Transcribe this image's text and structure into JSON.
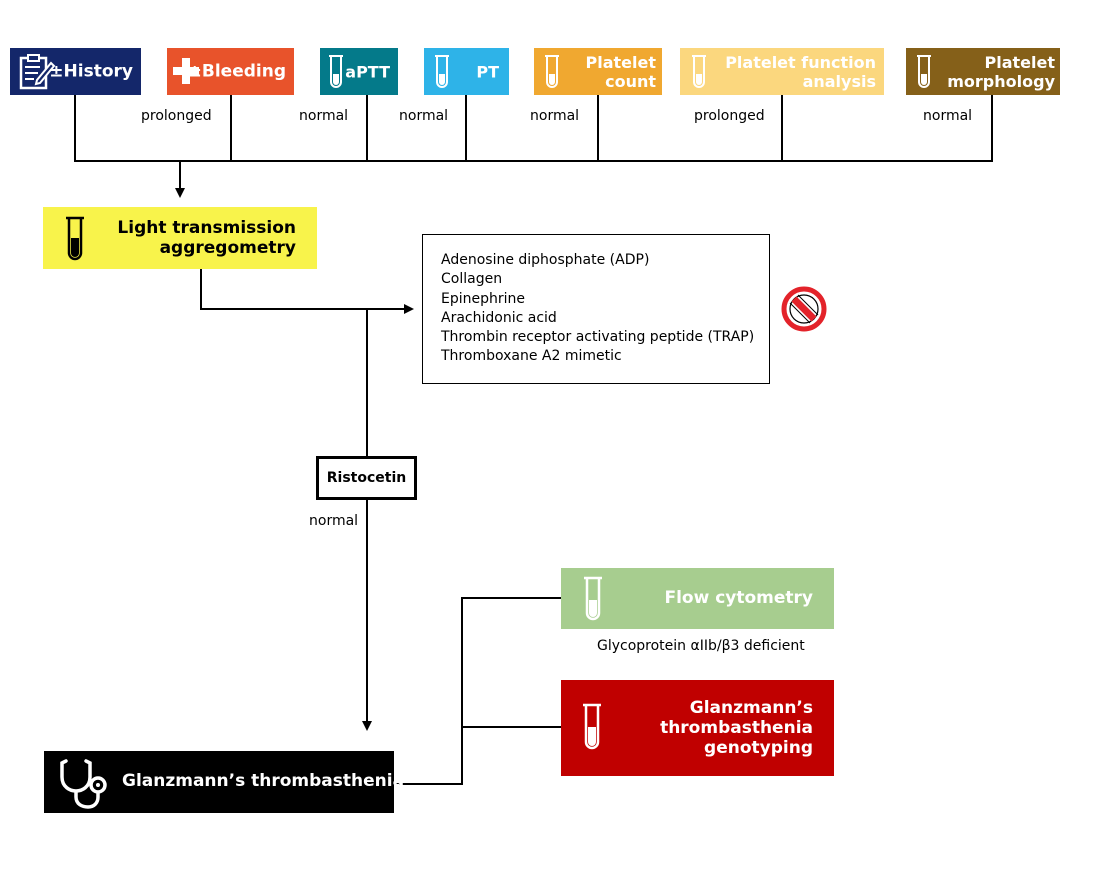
{
  "colors": {
    "history": "#14276a",
    "bleeding": "#e8532b",
    "aptt": "#047a8a",
    "pt": "#2eb3e8",
    "platelet_count": "#f0a830",
    "platelet_function": "#fbd77e",
    "platelet_morphology": "#856019",
    "lta": "#f8f34b",
    "flow": "#a7cd8f",
    "genotyping": "#c00000",
    "diagnosis": "#000000",
    "stop_sign": "#e3232a"
  },
  "tests": {
    "history": {
      "label": "±History",
      "icon": "clipboard-icon"
    },
    "bleeding": {
      "label": "±Bleeding",
      "icon": "plus-icon"
    },
    "aptt": {
      "label": "aPTT",
      "icon": "test-tube-icon"
    },
    "pt": {
      "label": "PT",
      "icon": "test-tube-icon"
    },
    "platelet_count": {
      "label_line1": "Platelet",
      "label_line2": "count",
      "icon": "test-tube-icon"
    },
    "platelet_function": {
      "label_line1": "Platelet function",
      "label_line2": "analysis",
      "icon": "test-tube-icon"
    },
    "platelet_morphology": {
      "label_line1": "Platelet",
      "label_line2": "morphology",
      "icon": "test-tube-icon"
    }
  },
  "results": {
    "bleeding": "prolonged",
    "aptt": "normal",
    "pt": "normal",
    "platelet_count": "normal",
    "platelet_function": "prolonged",
    "platelet_morphology": "normal"
  },
  "lta": {
    "label_line1": "Light transmission",
    "label_line2": "aggregometry",
    "icon": "test-tube-icon"
  },
  "agonists": [
    "Adenosine diphosphate (ADP)",
    "Collagen",
    "Epinephrine",
    "Arachidonic acid",
    "Thrombin receptor activating peptide (TRAP)",
    "Thromboxane A2 mimetic"
  ],
  "stop_icon": "no-entry-icon",
  "ristocetin": {
    "label": "Ristocetin",
    "result": "normal"
  },
  "flow": {
    "label": "Flow cytometry",
    "result": "Glycoprotein αIIb/β3 deficient",
    "icon": "test-tube-icon"
  },
  "genotyping": {
    "label_line1": "Glanzmann’s",
    "label_line2": "thrombasthenia",
    "label_line3": "genotyping",
    "icon": "test-tube-icon"
  },
  "diagnosis": {
    "label": "Glanzmann’s thrombasthenia",
    "icon": "stethoscope-icon"
  }
}
